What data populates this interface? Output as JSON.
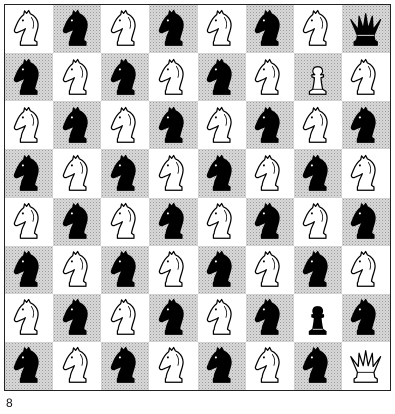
{
  "caption": "8",
  "colors": {
    "light_square": "#ffffff",
    "dark_square": "#d9d9d9",
    "black_piece": "#000000",
    "white_piece": "#ffffff",
    "outline": "#000000"
  },
  "board": {
    "files": 8,
    "ranks": 8,
    "top_left_square": "light",
    "piece_legend": {
      "N": "white-knight-icon",
      "n": "black-knight-icon",
      "Q": "white-queen-icon",
      "q": "black-queen-icon",
      "P": "white-pawn-icon",
      "p": "black-pawn-icon"
    },
    "rows": [
      [
        "N",
        "n",
        "N",
        "n",
        "N",
        "n",
        "N",
        "q"
      ],
      [
        "n",
        "N",
        "n",
        "N",
        "n",
        "N",
        "P",
        "N"
      ],
      [
        "N",
        "n",
        "N",
        "n",
        "N",
        "n",
        "N",
        "n"
      ],
      [
        "n",
        "N",
        "n",
        "N",
        "n",
        "N",
        "n",
        "N"
      ],
      [
        "N",
        "n",
        "N",
        "n",
        "N",
        "n",
        "N",
        "n"
      ],
      [
        "n",
        "N",
        "n",
        "N",
        "n",
        "N",
        "n",
        "N"
      ],
      [
        "N",
        "n",
        "N",
        "n",
        "N",
        "n",
        "p",
        "n"
      ],
      [
        "n",
        "N",
        "n",
        "N",
        "n",
        "N",
        "n",
        "Q"
      ]
    ]
  }
}
